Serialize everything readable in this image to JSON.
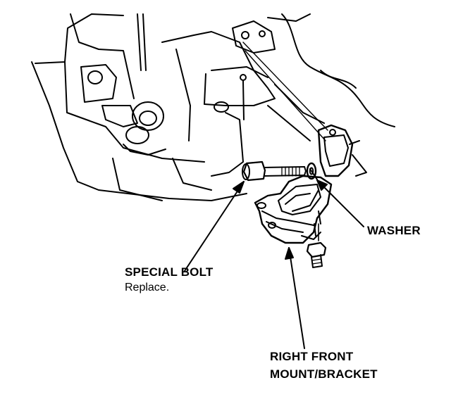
{
  "labels": {
    "washer": "WASHER",
    "special_bolt": "SPECIAL BOLT",
    "special_bolt_note": "Replace.",
    "mount_bracket_line1": "RIGHT FRONT",
    "mount_bracket_line2": "MOUNT/BRACKET"
  },
  "colors": {
    "ink": "#000000",
    "background": "#ffffff"
  }
}
